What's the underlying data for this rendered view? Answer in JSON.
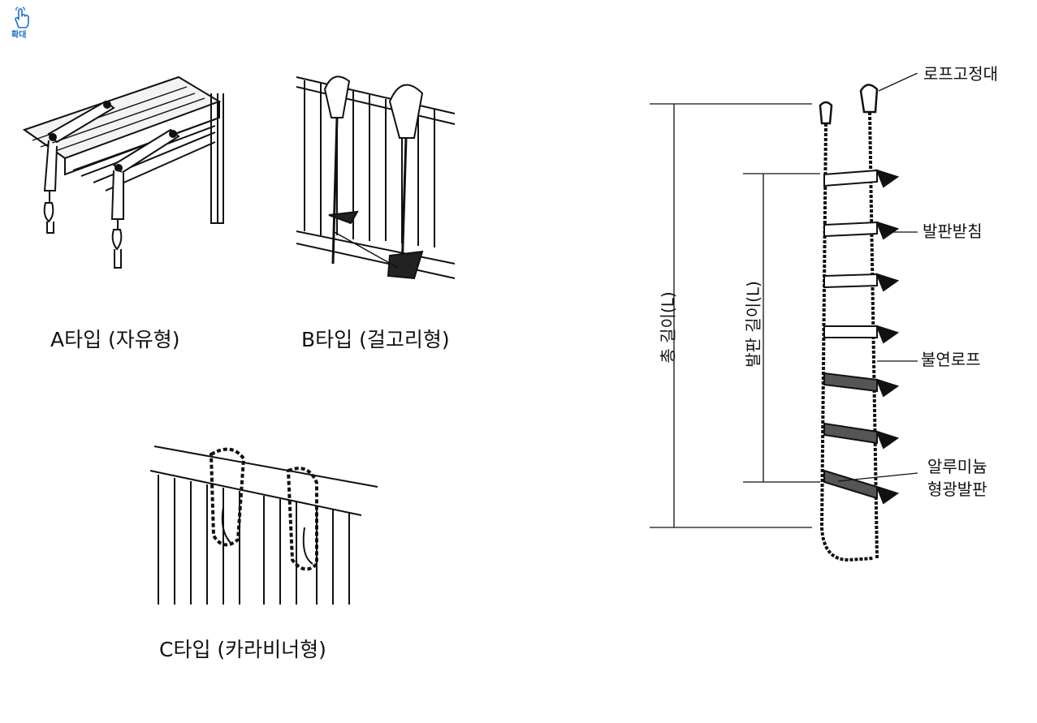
{
  "zoom": {
    "label": "확대",
    "icon": "hand-pointer-icon"
  },
  "types": [
    {
      "id": "a",
      "caption": "A타입 (자유형)"
    },
    {
      "id": "b",
      "caption": "B타입 (걸고리형)"
    },
    {
      "id": "c",
      "caption": "C타입 (카라비너형)"
    }
  ],
  "ladder": {
    "total_length_label": "총 길이(L)",
    "step_length_label": "발판 길이(L)",
    "callouts": {
      "rope_anchor": "로프고정대",
      "step_support": "발판받침",
      "nonflammable_rope": "불연로프",
      "aluminum_step_line1": "알루미늄",
      "aluminum_step_line2": "형광발판"
    }
  }
}
